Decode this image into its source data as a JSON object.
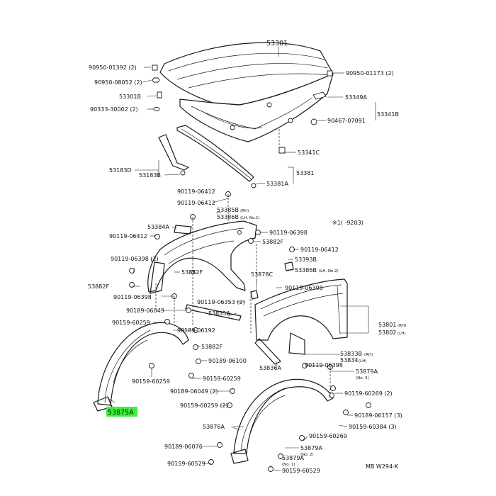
{
  "labels": {
    "l53301": "53301",
    "l90950_01392": "90950-01392 (2)",
    "l90950_01173": "90950-01173 (2)",
    "l90950_08052": "90950-08052 (2)",
    "l53301B": "53301B",
    "l90333_30002": "90333-30002 (2)",
    "l53349A": "53349A",
    "l53341B": "53341B",
    "l90467_07091": "90467-07091",
    "l53341C": "53341C",
    "l53183D": "53183D",
    "l53183B": "53183B",
    "l53381": "53381",
    "l53381A": "53381A",
    "l90119_06412a": "90119-06412",
    "l90119_06412b": "90119-06412",
    "l53385B": "53385B",
    "l53385B_sub": "(RH)",
    "l53386B": "53386B",
    "l53386B_sub": "(LH, No.1)",
    "l53384A": "53384A",
    "l90119_06412c": "90119-06412",
    "l90119_06398a": "90119-06398",
    "l53882F_a": "53882F",
    "l90119_06412d": "90119-06412",
    "l90119_06398b": "90119-06398 (2)",
    "l53393B": "53393B",
    "l53386B_2": "53386B",
    "l53386B_2sub": "(LH, No.2)",
    "l53882F_b": "53882F",
    "l53878C": "53878C",
    "l53882F_c": "53882F",
    "l90119_06398c": "90119-06398",
    "l90119_06353": "90119-06353 (2)",
    "l90189_06049a": "90189-06049",
    "l53835A": "53835A",
    "l90159_60259a": "90159-60259",
    "l90189_06192": "90189-06192",
    "l53882F_d": "53882F",
    "l90189_06100": "90189-06100",
    "l90159_60259b": "90159-60259",
    "l90159_60259c": "90159-60259",
    "l90189_06049b": "90189-06049 (2)",
    "l90159_60259d": "90159-60259 (2)",
    "l53875A": "53875A",
    "l53876A": "53876A",
    "l90189_06076": "90189-06076",
    "l90159_60529a": "90159-60529",
    "l53801": "53801",
    "l53801_sub": "(RH)",
    "l53802": "53802",
    "l53802_sub": "(LH)",
    "l53833B": "53833B",
    "l53833B_sub": "(RH)",
    "l53834": "53834",
    "l53834_sub": "(LH)",
    "l53836A": "53836A",
    "l90119_06398d": "90119-06398",
    "l53879A_a": "53879A",
    "l53879A_a_sub": "(No. 3)",
    "l90159_60269a": "90159-60269 (2)",
    "l90189_06157": "90189-06157 (3)",
    "l90159_60384": "90159-60384 (3)",
    "l90159_60269b": "90159-60269",
    "l53879A_b": "53879A",
    "l53879A_b_sub": "(No. 2)",
    "l53879A_c": "53879A",
    "l53879A_c_sub": "(No. 1)",
    "l90159_60529b": "90159-60529",
    "l_note": "※1(    -9203)",
    "l_ref": "MB W294-K",
    "l90119_06398e": "90119-06398"
  }
}
